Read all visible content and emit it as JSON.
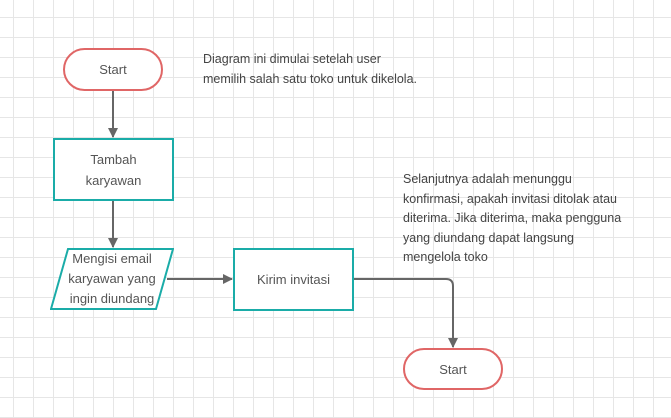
{
  "nodes": {
    "start_top": "Start",
    "tambah": "Tambah\nkaryawan",
    "mengisi": "Mengisi email\nkaryawan yang\ningin diundang",
    "kirim": "Kirim invitasi",
    "start_bottom": "Start"
  },
  "notes": {
    "note1": "Diagram ini dimulai setelah user\nmemilih salah satu toko untuk dikelola.",
    "note2": "Selanjutnya adalah menunggu\nkonfirmasi, apakah invitasi ditolak atau\nditerima. Jika diterima, maka pengguna\nyang diundang dapat langsung\nmengelola toko"
  },
  "colors": {
    "terminal_border": "#e06666",
    "process_border": "#1aaca8",
    "connector": "#666666"
  }
}
